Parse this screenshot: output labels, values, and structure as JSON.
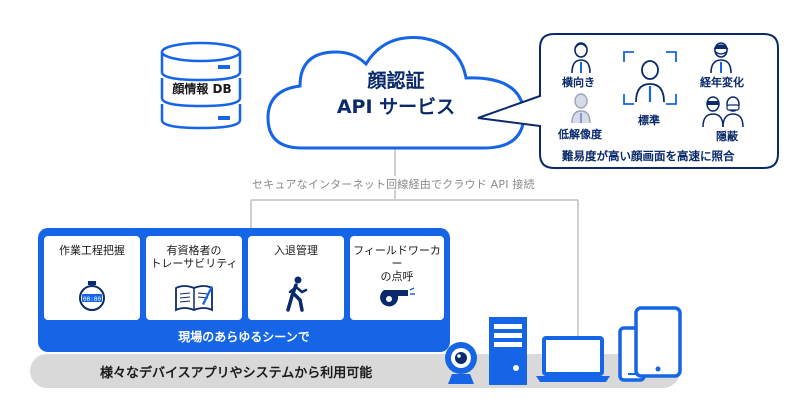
{
  "database": {
    "label": "顔情報 DB"
  },
  "cloud": {
    "line1": "顔認証",
    "line2": "API サービス"
  },
  "face_panel": {
    "labels": {
      "side": "横向き",
      "aging": "経年変化",
      "standard": "標準",
      "low_res": "低解像度",
      "occluded": "隠蔽"
    },
    "caption": "難易度が高い顔画面を高速に照合"
  },
  "network": {
    "label": "セキュアなインターネット回線経由でクラウド API 接続"
  },
  "scenes": {
    "cards": [
      {
        "title": "作業工程把握",
        "icon": "stopwatch-icon"
      },
      {
        "title": "有資格者の\nトレーサビリティ",
        "icon": "notebook-icon"
      },
      {
        "title": "入退管理",
        "icon": "walking-person-icon"
      },
      {
        "title": "フィールドワーカー\nの点呼",
        "icon": "whistle-icon"
      }
    ],
    "label": "現場のあらゆるシーンで"
  },
  "devices": {
    "label": "様々なデバイスアプリやシステムから利用可能",
    "items": [
      "webcam-icon",
      "server-icon",
      "laptop-icon",
      "smartphone-icon",
      "tablet-icon"
    ]
  },
  "colors": {
    "accent": "#1565e6",
    "dark_navy": "#0a2a6b",
    "gray_bar": "#d9d9d9",
    "connector": "#cfcfcf"
  }
}
